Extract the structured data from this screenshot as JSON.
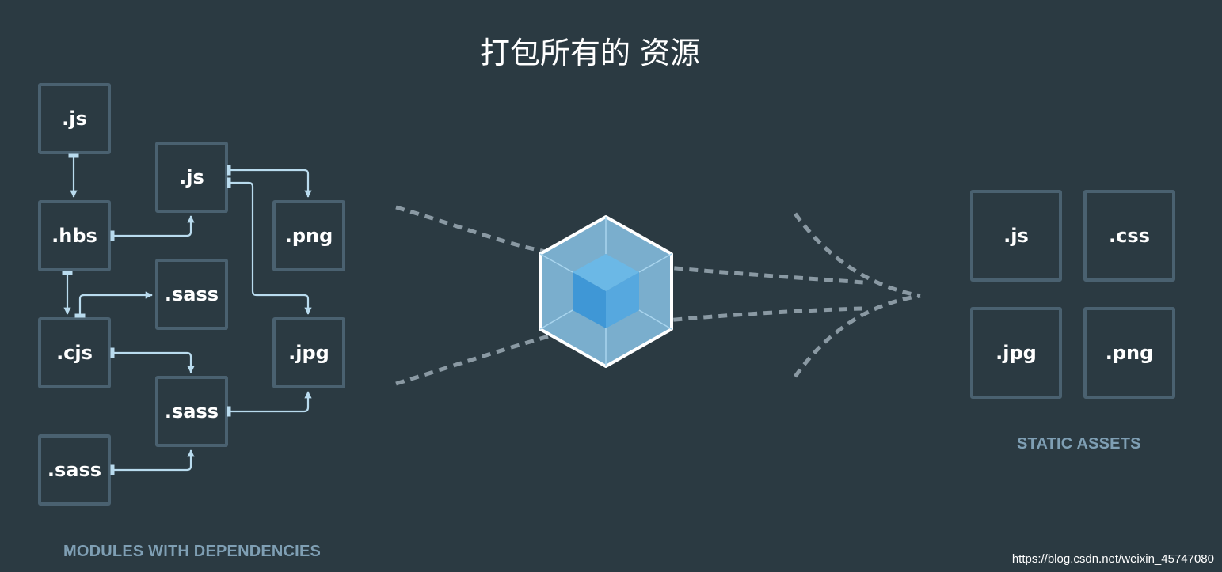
{
  "title": "打包所有的 资源",
  "modules": {
    "caption": "MODULES WITH DEPENDENCIES",
    "items": [
      ".js",
      ".hbs",
      ".cjs",
      ".sass",
      ".js",
      ".sass",
      ".sass",
      ".png",
      ".jpg"
    ]
  },
  "assets": {
    "caption": "STATIC ASSETS",
    "items": [
      ".js",
      ".css",
      ".jpg",
      ".png"
    ]
  },
  "watermark": "https://blog.csdn.net/weixin_45747080",
  "colors": {
    "background": "#2b3a42",
    "box_border": "#4a6170",
    "arrow": "#b9dbee",
    "caption": "#7f9fb4",
    "cube_outer": "#8ed0f5",
    "cube_inner": "#1c78c0"
  },
  "icons": [
    "webpack-cube-icon"
  ]
}
